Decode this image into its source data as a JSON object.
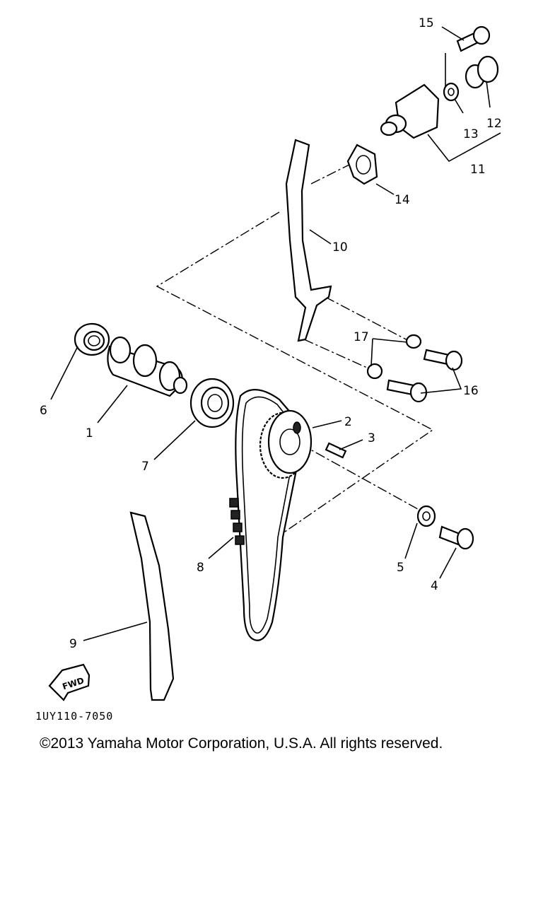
{
  "callouts": [
    "1",
    "2",
    "3",
    "4",
    "5",
    "6",
    "7",
    "8",
    "9",
    "10",
    "11",
    "12",
    "13",
    "14",
    "15",
    "16",
    "17"
  ],
  "fwd_label": "FWD",
  "diagram_code": "1UY110-7050",
  "copyright": "©2013 Yamaha Motor Corporation, U.S.A. All rights reserved."
}
